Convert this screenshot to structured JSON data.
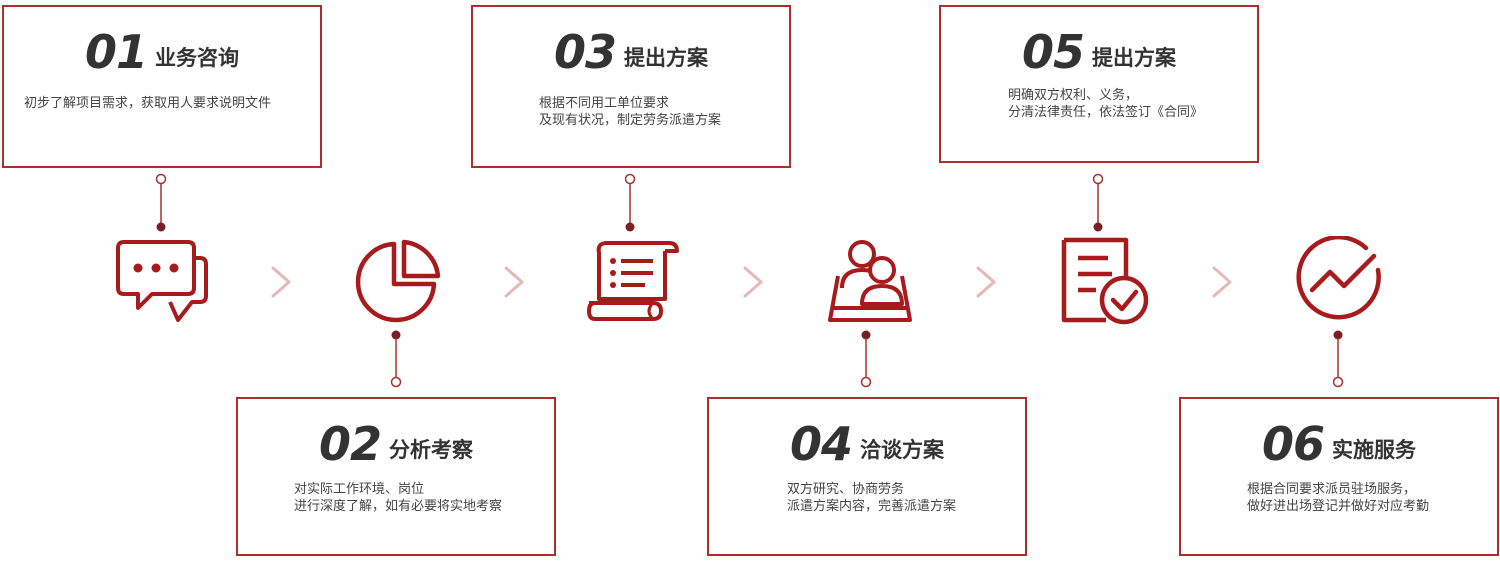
{
  "accent_color": "#a8302e",
  "arrow_color": "#e8b8b6",
  "steps": [
    {
      "num": "01",
      "title": "业务咨询",
      "lines": [
        "初步了解项目需求，获取用人要求说明文件"
      ],
      "icon": "chat-bubbles-icon"
    },
    {
      "num": "02",
      "title": "分析考察",
      "lines": [
        "对实际工作环境、岗位",
        "进行深度了解，如有必要将实地考察"
      ],
      "icon": "pie-chart-icon"
    },
    {
      "num": "03",
      "title": "提出方案",
      "lines": [
        "根据不同用工单位要求",
        "及现有状况，制定劳务派遣方案"
      ],
      "icon": "scroll-document-icon"
    },
    {
      "num": "04",
      "title": "洽谈方案",
      "lines": [
        "双方研究、协商劳务",
        "派遣方案内容，完善派遣方案"
      ],
      "icon": "people-meeting-icon"
    },
    {
      "num": "05",
      "title": "提出方案",
      "lines": [
        "明确双方权利、义务，",
        "分清法律责任，依法签订《合同》"
      ],
      "icon": "document-check-icon"
    },
    {
      "num": "06",
      "title": "实施服务",
      "lines": [
        "根据合同要求派员驻场服务，",
        "做好进出场登记并做好对应考勤"
      ],
      "icon": "trend-circle-icon"
    }
  ]
}
